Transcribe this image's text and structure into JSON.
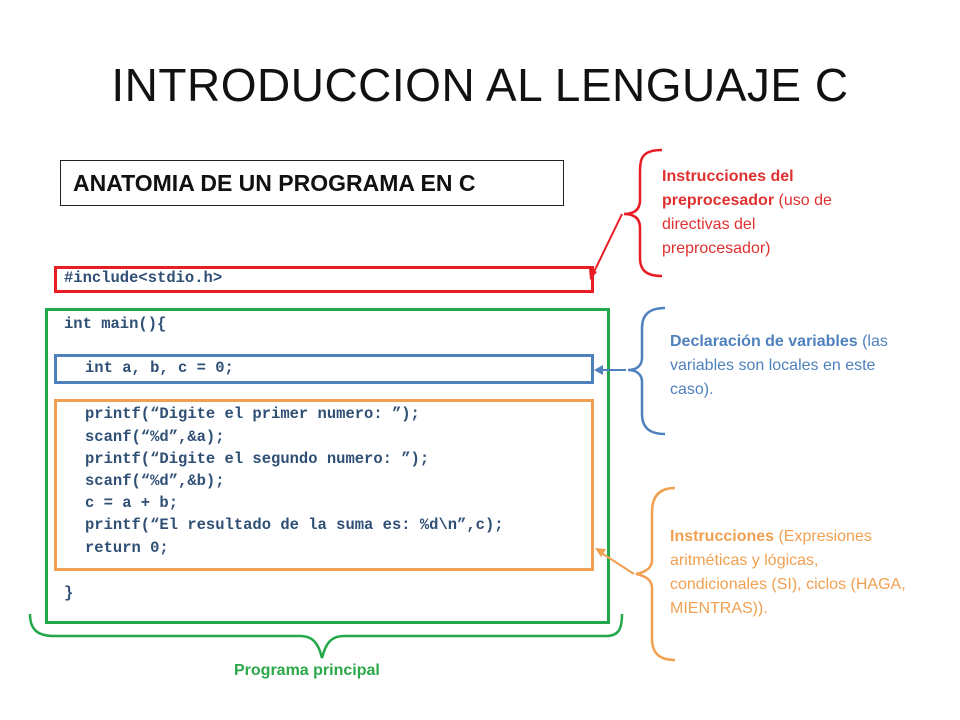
{
  "slide": {
    "title": "INTRODUCCION AL LENGUAJE C",
    "subtitle": "ANATOMIA DE UN PROGRAMA EN C"
  },
  "code": {
    "include": "#include<stdio.h>",
    "main_open": "int main(){",
    "decl": "int a, b, c = 0;",
    "body": [
      "printf(“Digite el primer numero: ”);",
      "scanf(“%d”,&a);",
      "printf(“Digite el segundo numero: ”);",
      "scanf(“%d”,&b);",
      "c = a + b;",
      "printf(“El resultado de la suma es: %d\\n”,c);",
      "return 0;"
    ],
    "main_close": "}"
  },
  "annotations": {
    "preprocessor": {
      "bold": "Instrucciones del preprocesador",
      "rest": " (uso de directivas del preprocesador)",
      "color": "#e03030"
    },
    "variables": {
      "bold": "Declaración de variables",
      "rest": " (las variables son locales en este caso).",
      "color": "#4f81bd"
    },
    "instructions": {
      "bold": "Instrucciones",
      "rest": " (Expresiones aritméticas y lógicas, condicionales (SI), ciclos (HAGA, MIENTRAS)).",
      "color": "#f0a050"
    },
    "main_program": {
      "label": "Programa principal",
      "color": "#2aa84a"
    }
  },
  "colors": {
    "code_text": "#2f4f75",
    "red_box": "#e81c24",
    "green_box": "#22a84a",
    "blue_box": "#4f81bd",
    "orange_box": "#f0a050"
  }
}
